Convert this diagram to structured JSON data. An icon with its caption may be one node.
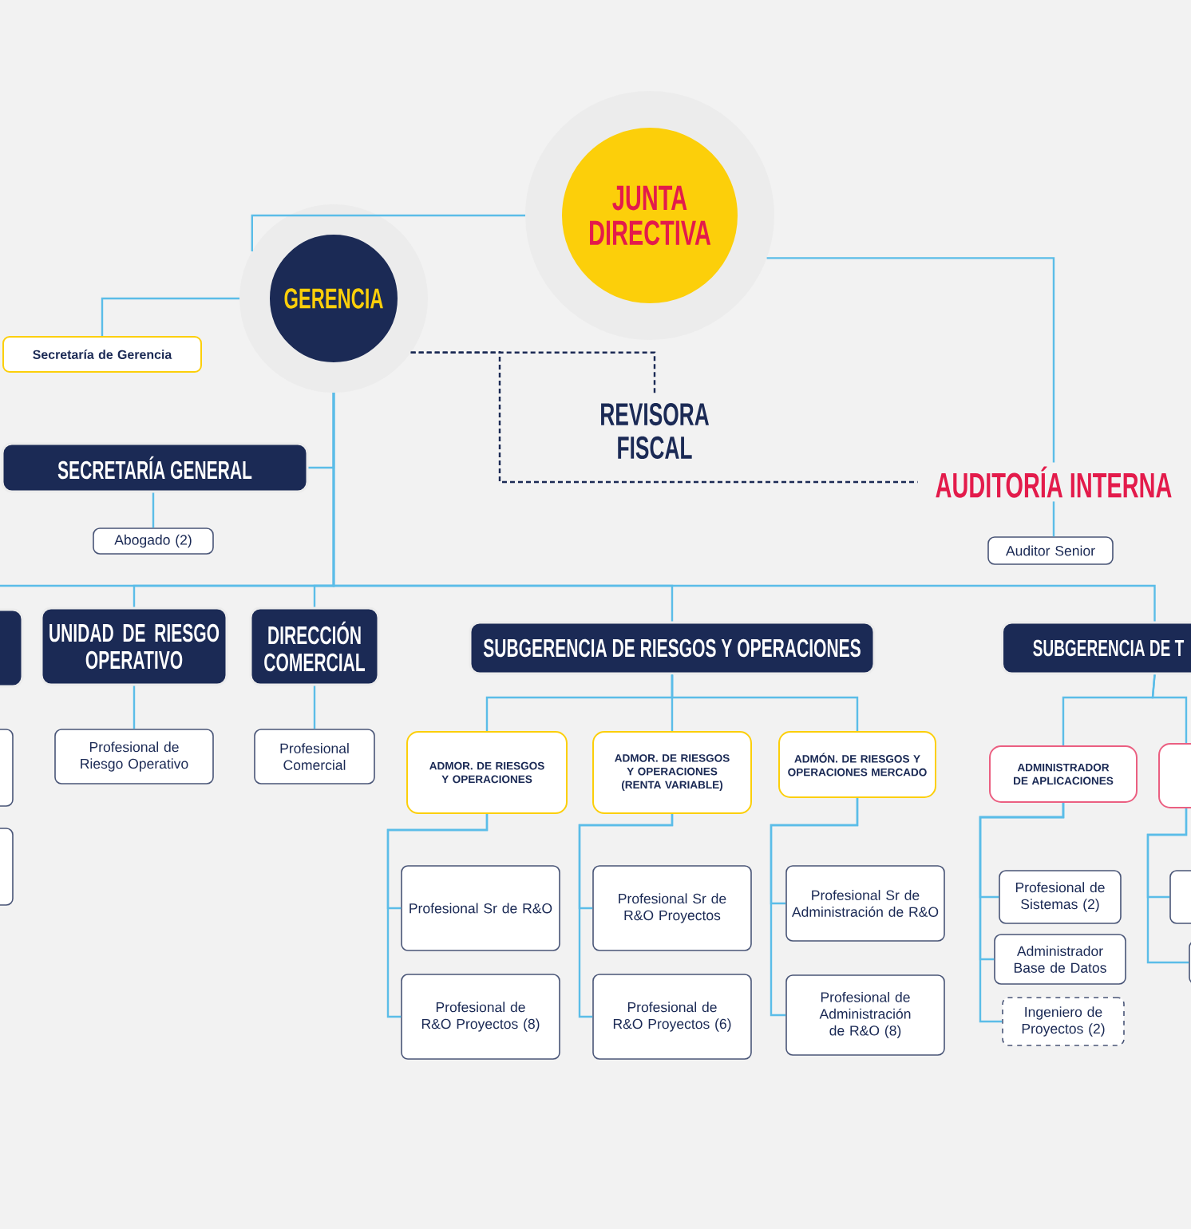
{
  "diagram": {
    "nodes": [
      {
        "text": [
          "JUNTA DIRECTIVA"
        ]
      },
      {
        "text": [
          "GERENCIA"
        ]
      },
      {
        "text": [
          "Secretaría de Gerencia"
        ]
      },
      {
        "text": [
          "REVISORA FISCAL"
        ]
      },
      {
        "text": [
          "AUDITORÍA INTERNA"
        ]
      },
      {
        "text": [
          "Auditor Senior"
        ]
      },
      {
        "text": [
          "SECRETARÍA GENERAL"
        ]
      },
      {
        "text": [
          "Abogado (2)"
        ]
      },
      {
        "text": [],
        "shape": "box"
      },
      {
        "text": [
          "UNIDAD DE RIESGO OPERATIVO"
        ]
      },
      {
        "text": [
          "DIRECCIÓN COMERCIAL"
        ]
      },
      {
        "text": [
          "SUBGERENCIA DE RIESGOS Y OPERACIONES"
        ]
      },
      {
        "text": [
          "SUBGERENCIA DE T"
        ]
      },
      {
        "text": [],
        "shape": "box"
      },
      {
        "text": [],
        "shape": "box"
      },
      {
        "text": [
          "Profesional de Riesgo Operativo"
        ]
      },
      {
        "text": [
          "Profesional Comercial"
        ]
      },
      {
        "text": [
          "ADMOR. DE RIESGOS Y OPERACIONES"
        ]
      },
      {
        "text": [
          "ADMOR. DE RIESGOS Y OPERACIONES (RENTA VARIABLE)"
        ]
      },
      {
        "text": [
          "ADMÓN. DE RIESGOS Y OPERACIONES MERCADO"
        ]
      },
      {
        "text": [
          "ADMINISTRADOR DE APLICACIONES"
        ]
      },
      {
        "text": [],
        "shape": "box"
      },
      {
        "text": [
          "Profesional Sr de R&O"
        ]
      },
      {
        "text": [
          "Profesional de R&O Proyectos (8)"
        ]
      },
      {
        "text": [
          "Profesional Sr de R&O Proyectos"
        ]
      },
      {
        "text": [
          "Profesional de R&O Proyectos (6)"
        ]
      },
      {
        "text": [
          "Profesional Sr de Administración de R&O"
        ]
      },
      {
        "text": [
          "Profesional de Administración de R&O (8)"
        ]
      },
      {
        "text": [
          "Profesional de Sistemas (2)"
        ]
      },
      {
        "text": [
          "Administrador Base de Datos"
        ]
      },
      {
        "text": [
          "Ingeniero de Proyectos (2)"
        ]
      },
      {
        "text": [],
        "shape": "box"
      },
      {
        "text": [],
        "shape": "box"
      }
    ],
    "edges": [
      {
        "from": 1,
        "to": 0,
        "arrow": "none"
      },
      {
        "from": 0,
        "to": 4,
        "arrow": "none"
      },
      {
        "from": 1,
        "to": 2,
        "arrow": "none"
      },
      {
        "from": 1,
        "to": 3,
        "arrow": "none",
        "style": "dashed",
        "color": "#1b2a55"
      },
      {
        "from": 1,
        "to": 4,
        "arrow": "none",
        "style": "dashed",
        "color": "#1b2a55"
      },
      {
        "from": 4,
        "to": 5,
        "arrow": "none"
      },
      {
        "from": 1,
        "to": 6,
        "arrow": "none"
      },
      {
        "from": 6,
        "to": 7,
        "arrow": "none"
      },
      {
        "from": 1,
        "to": 8,
        "arrow": "none"
      },
      {
        "from": 1,
        "to": 9,
        "arrow": "none"
      },
      {
        "from": 1,
        "to": 10,
        "arrow": "none"
      },
      {
        "from": 1,
        "to": 11,
        "arrow": "none"
      },
      {
        "from": 1,
        "to": 12,
        "arrow": "none"
      },
      {
        "from": 9,
        "to": 15,
        "arrow": "none"
      },
      {
        "from": 10,
        "to": 16,
        "arrow": "none"
      },
      {
        "from": 11,
        "to": 17,
        "arrow": "none"
      },
      {
        "from": 11,
        "to": 18,
        "arrow": "none"
      },
      {
        "from": 11,
        "to": 19,
        "arrow": "none"
      },
      {
        "from": 17,
        "to": 22,
        "arrow": "none"
      },
      {
        "from": 17,
        "to": 23,
        "arrow": "none"
      },
      {
        "from": 18,
        "to": 24,
        "arrow": "none"
      },
      {
        "from": 18,
        "to": 25,
        "arrow": "none"
      },
      {
        "from": 19,
        "to": 26,
        "arrow": "none"
      },
      {
        "from": 19,
        "to": 27,
        "arrow": "none"
      },
      {
        "from": 12,
        "to": 20,
        "arrow": "none"
      },
      {
        "from": 12,
        "to": 21,
        "arrow": "none"
      },
      {
        "from": 20,
        "to": 28,
        "arrow": "none"
      },
      {
        "from": 20,
        "to": 29,
        "arrow": "none"
      },
      {
        "from": 20,
        "to": 30,
        "arrow": "none"
      },
      {
        "from": 21,
        "to": 31,
        "arrow": "none"
      },
      {
        "from": 21,
        "to": 32,
        "arrow": "none"
      }
    ]
  }
}
